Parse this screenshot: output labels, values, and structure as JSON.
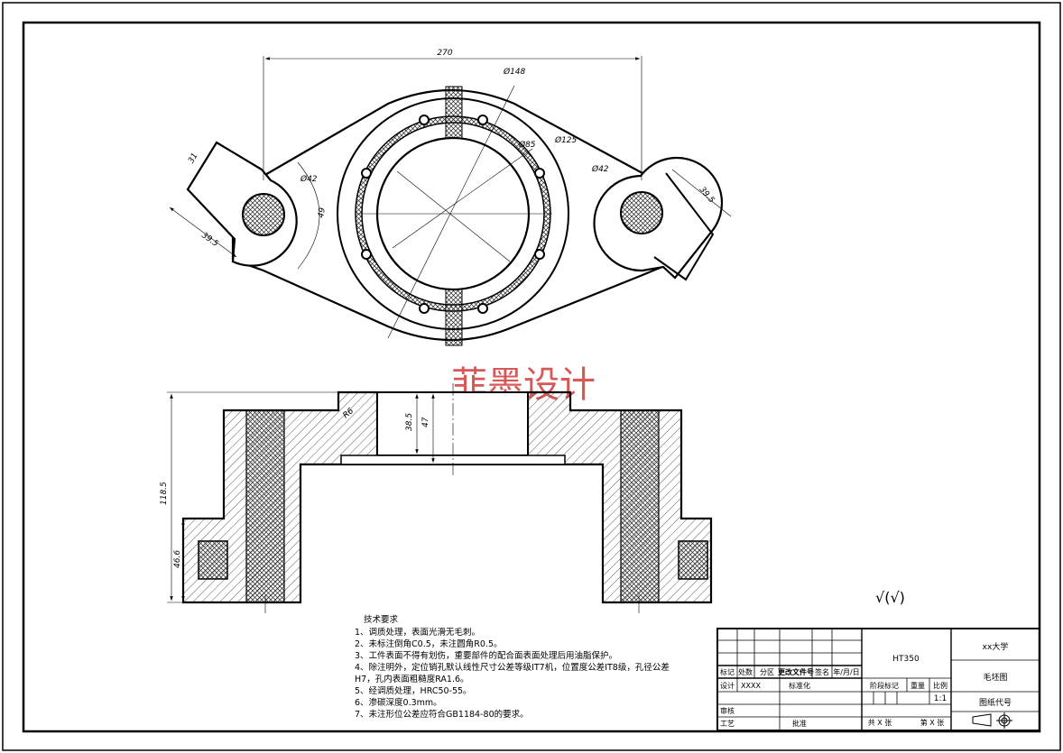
{
  "watermark": "菲墨设计",
  "dimensions": {
    "top_width": "270",
    "bore_outer": "Ø148",
    "bore_mid": "Ø125",
    "bore_inner": "Ø85",
    "left_hole": "Ø42",
    "right_hole": "Ø42",
    "left_slot_width": "31",
    "left_slot_depth": "39.5",
    "right_slot_depth": "39.5",
    "center_angle": "49",
    "section_height": "118.5",
    "section_base": "46.6",
    "section_inner_1": "38.5",
    "section_inner_2": "47",
    "fillet": "R6"
  },
  "roughness": "√(√)",
  "notes": {
    "title": "技术要求",
    "items": [
      "1、调质处理，表面光滑无毛刺。",
      "2、未标注倒角C0.5，未注圆角R0.5。",
      "3、工件表面不得有划伤，重要部件的配合面表面处理后用油脂保护。",
      "4、除注明外，定位销孔默认线性尺寸公差等级IT7机，位置度公差IT8级，孔径公差",
      "H7，孔内表面粗糙度RA1.6。",
      "5、经调质处理，HRC50-55。",
      "6、渗碳深度0.3mm。",
      "7、未注形位公差应符合GB1184-80的要求。"
    ]
  },
  "title_block": {
    "material": "HT350",
    "school": "xx大学",
    "drawing_name": "毛坯图",
    "drawing_code": "图纸代号",
    "scale": "1:1",
    "h_mark": "标记",
    "h_count": "处数",
    "h_zone": "分区",
    "h_doc": "更改文件号",
    "h_sign": "签名",
    "h_date": "年/月/日",
    "design": "设计",
    "designer": "XXXX",
    "standard": "标准化",
    "stage": "阶段标记",
    "weight": "重量",
    "ratio": "比例",
    "review": "审核",
    "process": "工艺",
    "approve": "批准",
    "sheets_total": "共 X 张",
    "sheet_no": "第 X 张"
  }
}
